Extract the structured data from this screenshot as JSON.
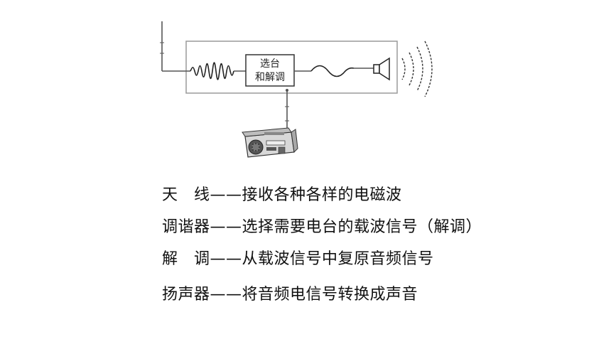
{
  "diagram": {
    "box_label_line1": "选台",
    "box_label_line2": "和解调"
  },
  "definitions": [
    {
      "term": "天　线",
      "separator": "——",
      "description": "接收各种各样的电磁波"
    },
    {
      "term": "调谐器",
      "separator": "——",
      "description": "选择需要电台的载波信号（解调）"
    },
    {
      "term": "解　调",
      "separator": "——",
      "description": "从载波信号中复原音频信号"
    },
    {
      "term": "扬声器",
      "separator": "——",
      "description": "将音频电信号转换成声音"
    }
  ],
  "colors": {
    "line": "#555555",
    "frame": "#9a9a9a",
    "text": "#111111"
  }
}
